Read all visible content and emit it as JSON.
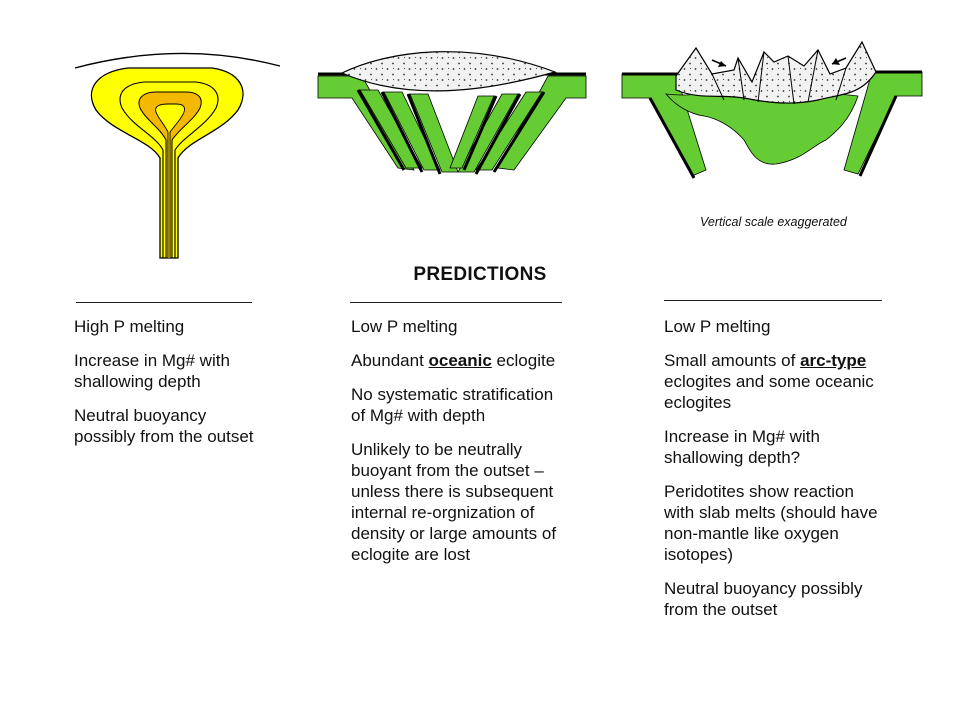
{
  "title": "PREDICTIONS",
  "scale_note": "Vertical scale exaggerated",
  "colors": {
    "green": "#66cc33",
    "yellow": "#ffff00",
    "orange": "#f5b800",
    "outline": "#000000"
  },
  "columns": [
    {
      "paragraphs": [
        {
          "parts": [
            "High P melting"
          ]
        },
        {
          "parts": [
            "Increase in Mg# with",
            "shallowing depth"
          ]
        },
        {
          "parts": [
            "Neutral buoyancy",
            "possibly from the outset"
          ]
        }
      ]
    },
    {
      "paragraphs": [
        {
          "parts": [
            "Low P melting"
          ]
        },
        {
          "parts": [
            "Abundant ",
            "oceanic",
            " eclogite"
          ]
        },
        {
          "parts": [
            "No systematic stratification",
            "of Mg# with depth"
          ]
        },
        {
          "parts": [
            "Unlikely to be neutrally",
            "buoyant from the outset –",
            "unless there is subsequent",
            "internal re-orgnization of",
            "density or large amounts of",
            "eclogite are lost"
          ]
        }
      ]
    },
    {
      "paragraphs": [
        {
          "parts": [
            "Low P melting"
          ]
        },
        {
          "parts": [
            "Small amounts of ",
            "arc-type",
            "eclogites and some oceanic",
            "eclogites"
          ]
        },
        {
          "parts": [
            "Increase in Mg# with",
            "shallowing depth?"
          ]
        },
        {
          "parts": [
            "Peridotites show reaction",
            "with slab melts (should have",
            "non-mantle like oxygen",
            "isotopes)"
          ]
        },
        {
          "parts": [
            "Neutral buoyancy possibly",
            "from the outset"
          ]
        }
      ]
    }
  ]
}
